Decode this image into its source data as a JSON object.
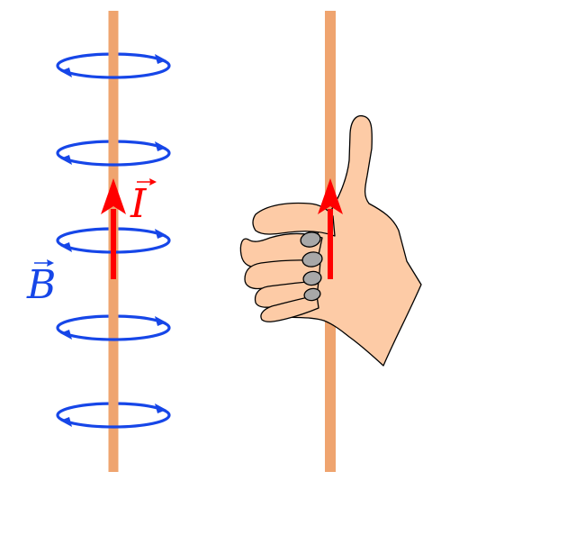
{
  "labels": {
    "current": "I",
    "field": "B"
  },
  "field_loops": 5,
  "colors": {
    "wire": "#EFA46F",
    "field": "#1646E8",
    "current": "#FF0000",
    "skin": "#FDCBA6",
    "nail": "#A8A8A8",
    "outline": "#000000",
    "background": "#FFFFFF"
  },
  "icons": [
    "hand-icon",
    "current-arrow-icon",
    "field-loop-icon"
  ]
}
